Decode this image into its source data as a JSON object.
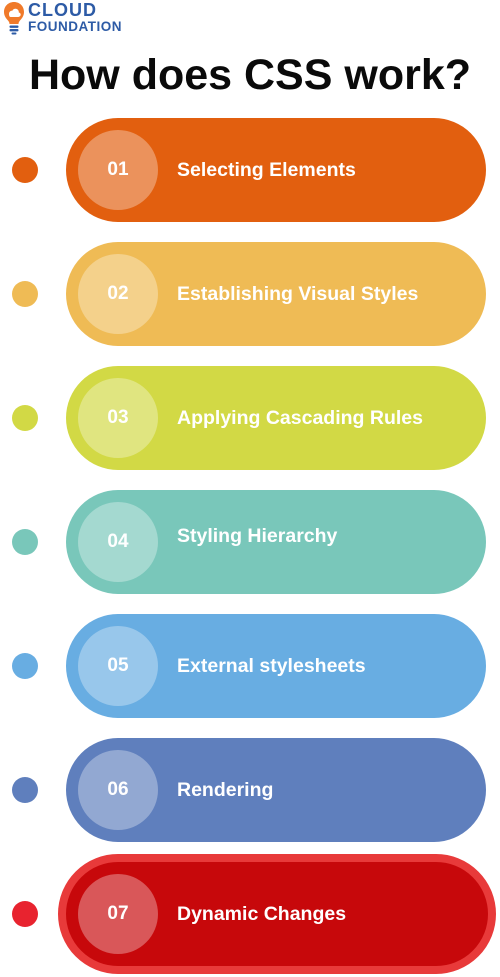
{
  "logo": {
    "line1": "CLOUD",
    "line2": "FOUNDATION",
    "icon": "lightbulb-cloud-icon",
    "colors": {
      "text": "#2d5ba6",
      "bulb": "#f07a2a"
    }
  },
  "title": "How does CSS work?",
  "steps": [
    {
      "number": "01",
      "label": "Selecting Elements",
      "color": "#e25f0f",
      "dot_color": "#e25f0f"
    },
    {
      "number": "02",
      "label": "Establishing Visual Styles",
      "color": "#efbb55",
      "dot_color": "#efbb55"
    },
    {
      "number": "03",
      "label": "Applying Cascading Rules",
      "color": "#d2d945",
      "dot_color": "#d2d945"
    },
    {
      "number": "04",
      "label": "Styling Hierarchy",
      "color": "#79c7ba",
      "dot_color": "#79c7ba"
    },
    {
      "number": "05",
      "label": "External stylesheets",
      "color": "#68ade2",
      "dot_color": "#68ade2"
    },
    {
      "number": "06",
      "label": "Rendering",
      "color": "#5f7fbd",
      "dot_color": "#5f7fbd"
    },
    {
      "number": "07",
      "label": "Dynamic Changes",
      "color": "#c7080b",
      "dot_color": "#e8232f",
      "ring_color": "#e83a3a"
    }
  ]
}
